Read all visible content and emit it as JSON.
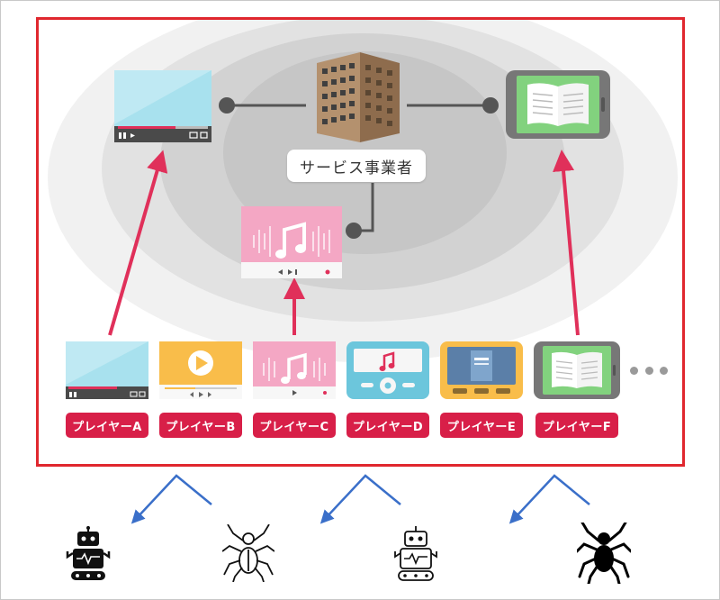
{
  "service": {
    "label": "サービス事業者"
  },
  "players": [
    {
      "label": "プレイヤーA",
      "icon": "video-player-icon"
    },
    {
      "label": "プレイヤーB",
      "icon": "video-play-icon"
    },
    {
      "label": "プレイヤーC",
      "icon": "music-player-icon"
    },
    {
      "label": "プレイヤーD",
      "icon": "music-device-icon"
    },
    {
      "label": "プレイヤーE",
      "icon": "ebook-monitor-icon"
    },
    {
      "label": "プレイヤーF",
      "icon": "ebook-tablet-icon"
    }
  ],
  "colors": {
    "frame": "#e0272e",
    "arrow": "#e0305a",
    "label_bg": "#d81f48",
    "crawler_arrow": "#3a6fc9",
    "connector": "#555555"
  },
  "crawlers": [
    {
      "name": "robot-icon"
    },
    {
      "name": "spider-outline-icon"
    },
    {
      "name": "robot-outline-icon"
    },
    {
      "name": "spider-solid-icon"
    }
  ]
}
